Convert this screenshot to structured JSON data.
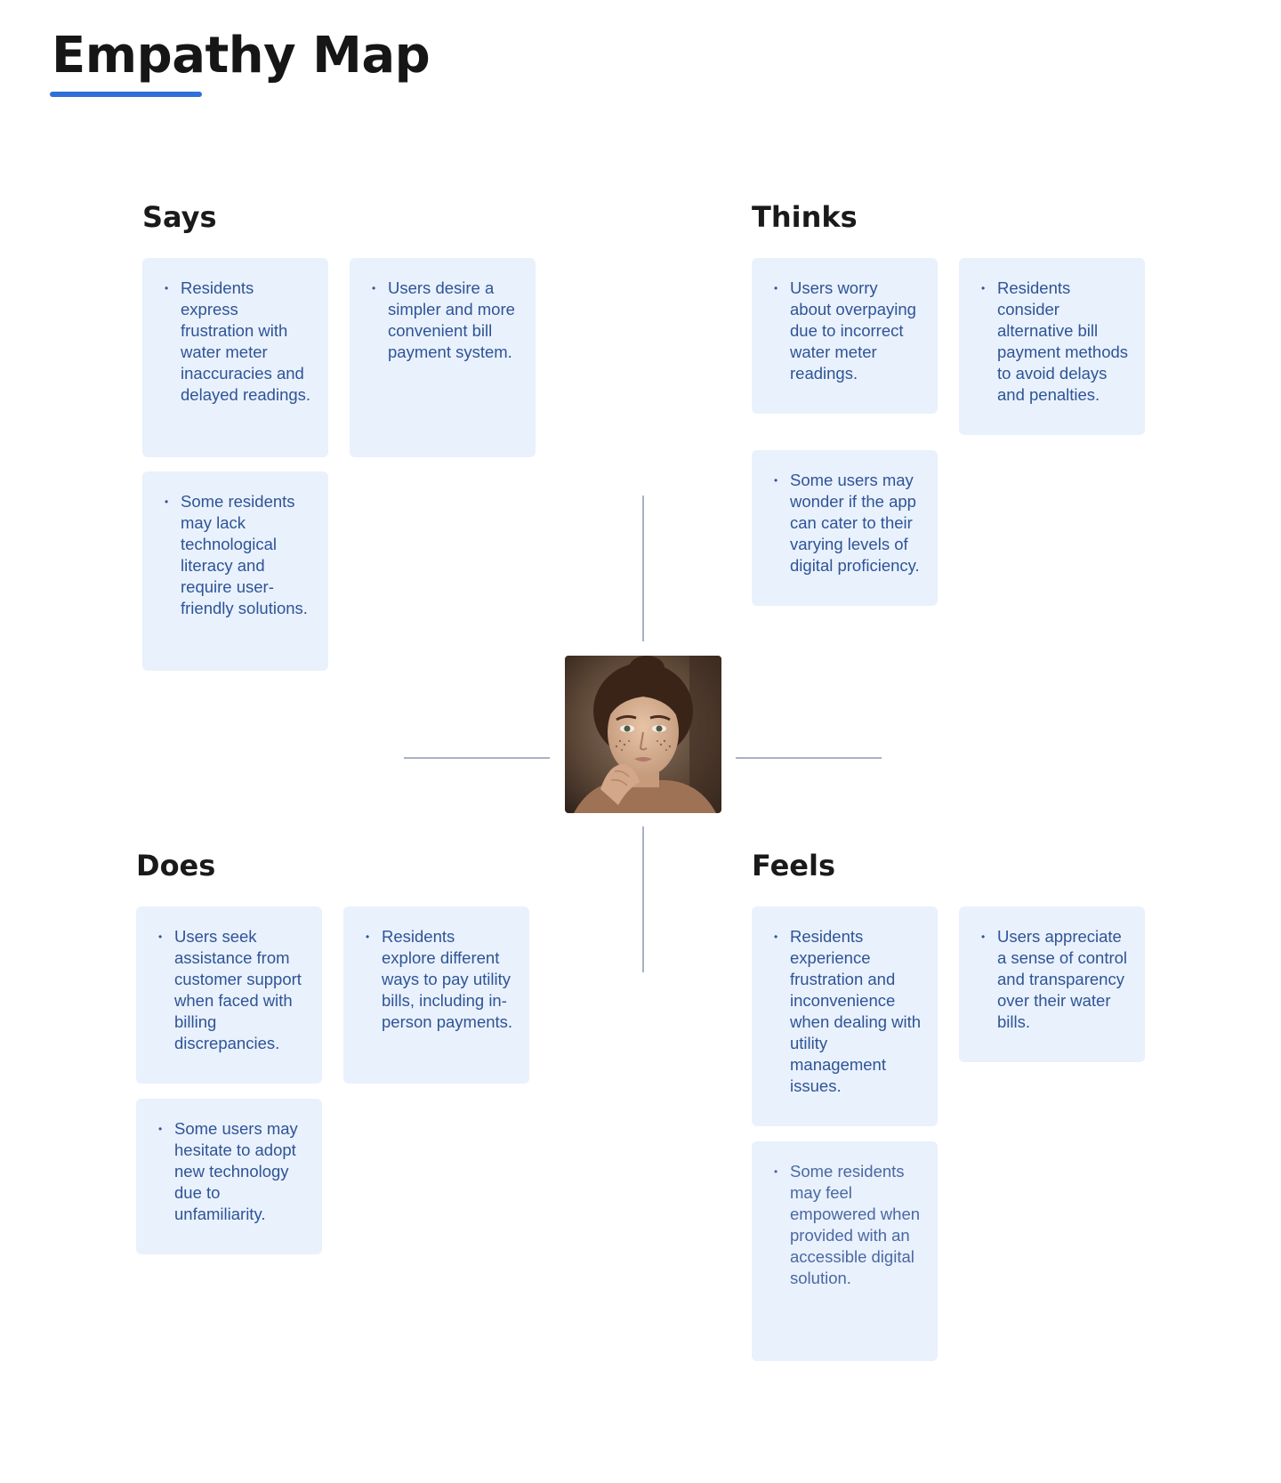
{
  "page": {
    "title": "Empathy Map",
    "accent_color": "#2f6fd8",
    "card_color": "#e9f1fc"
  },
  "says": {
    "heading": "Says",
    "items": [
      "Residents express frustration with water meter inaccuracies and delayed readings.",
      "Users desire a simpler and more convenient bill payment system.",
      "Some residents may lack technological literacy and require user-friendly solutions."
    ]
  },
  "thinks": {
    "heading": "Thinks",
    "items": [
      "Users worry about overpaying due to incorrect water meter readings.",
      "Residents consider alternative bill payment methods to avoid delays and penalties.",
      "Some users may wonder if the app can cater to their varying levels of digital proficiency."
    ]
  },
  "does": {
    "heading": "Does",
    "items": [
      "Users seek assistance from customer support when faced with billing discrepancies.",
      "Residents explore different ways to pay utility bills, including in-person payments.",
      "Some users may hesitate to adopt new technology due to unfamiliarity."
    ]
  },
  "feels": {
    "heading": "Feels",
    "items": [
      "Residents experience frustration and inconvenience when dealing with utility management issues.",
      "Users appreciate a sense of control and transparency over their water bills.",
      "Some residents may feel empowered when provided with an accessible digital solution."
    ]
  },
  "persona": {
    "icon": "user-persona-photo"
  }
}
